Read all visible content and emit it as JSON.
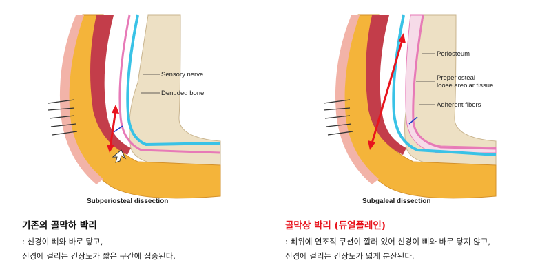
{
  "left": {
    "diagram_title": "Subperiosteal dissection",
    "labels": {
      "sensory_nerve": "Sensory nerve",
      "denuded_bone": "Denuded bone"
    },
    "caption_title": "기존의 골막하 박리",
    "caption_line1": ": 신경이 뼈와 바로 닿고,",
    "caption_line2": "신경에 걸리는 긴장도가 짧은 구간에 집중된다."
  },
  "right": {
    "diagram_title": "Subgaleal dissection",
    "labels": {
      "periosteum": "Periosteum",
      "preperiosteal_1": "Preperiosteal",
      "preperiosteal_2": "loose areolar tissue",
      "adherent_fibers": "Adherent fibers"
    },
    "caption_title": "골막상 박리 (듀얼플레인)",
    "caption_line1": ": 뼈위에 연조직 쿠션이 깔려 있어 신경이 뼈와 바로 닿지 않고,",
    "caption_line2": "신경에 걸리는 긴장도가 넓게 분산된다."
  },
  "colors": {
    "accent_red": "#e8141d",
    "nerve_blue": "#39c2e6",
    "bone": "#ede0c4",
    "fat": "#f4b43a",
    "muscle": "#c33d4a",
    "skin_pink": "#f2b3a8",
    "periosteum_pink": "#e77ab7"
  }
}
